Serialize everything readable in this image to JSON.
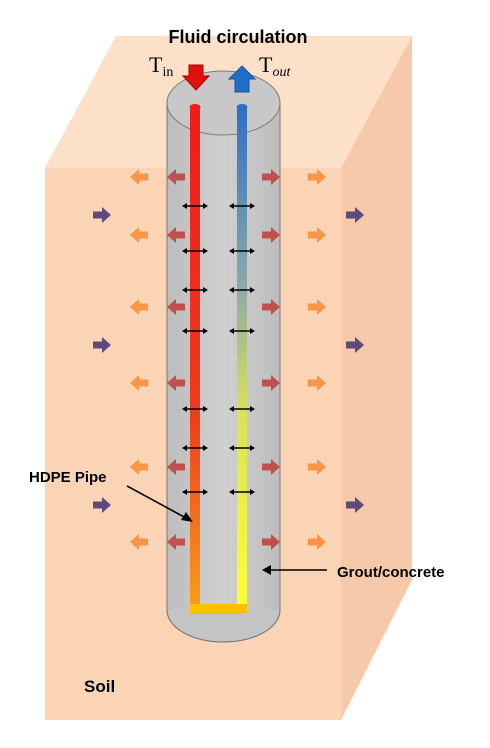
{
  "title": "Fluid circulation",
  "t_in": {
    "base": "T",
    "sub": "in"
  },
  "t_out": {
    "base": "T",
    "sub": "out"
  },
  "labels": {
    "pipe": "HDPE Pipe",
    "grout": "Grout/concrete",
    "soil": "Soil"
  },
  "colors": {
    "soil_front": "#fbd3b5",
    "soil_side": "#f8cdb0",
    "soil_top": "#fde0c8",
    "grout_fill": "#c8c8c8",
    "grout_edge": "#7a7a7a",
    "inlet_pipe": "#ee1c1c",
    "outlet_pipe_top": "#2f6fc4",
    "outlet_pipe_bottom": "#ffff33",
    "pipe_bottom": "#ffc000",
    "arrow_in": "#e01010",
    "arrow_out": "#1f6fc8",
    "heat_inner": "#c0504d",
    "heat_outer": "#f79646",
    "heat_far": "#604a7b",
    "pointer": "#000000"
  },
  "icons": {
    "inflow": "arrow-down-icon",
    "outflow": "arrow-up-icon",
    "heat_flux": "arrow-outward-icon",
    "ground_heat": "arrow-inward-icon",
    "pipe_exchange": "double-arrow-icon"
  }
}
